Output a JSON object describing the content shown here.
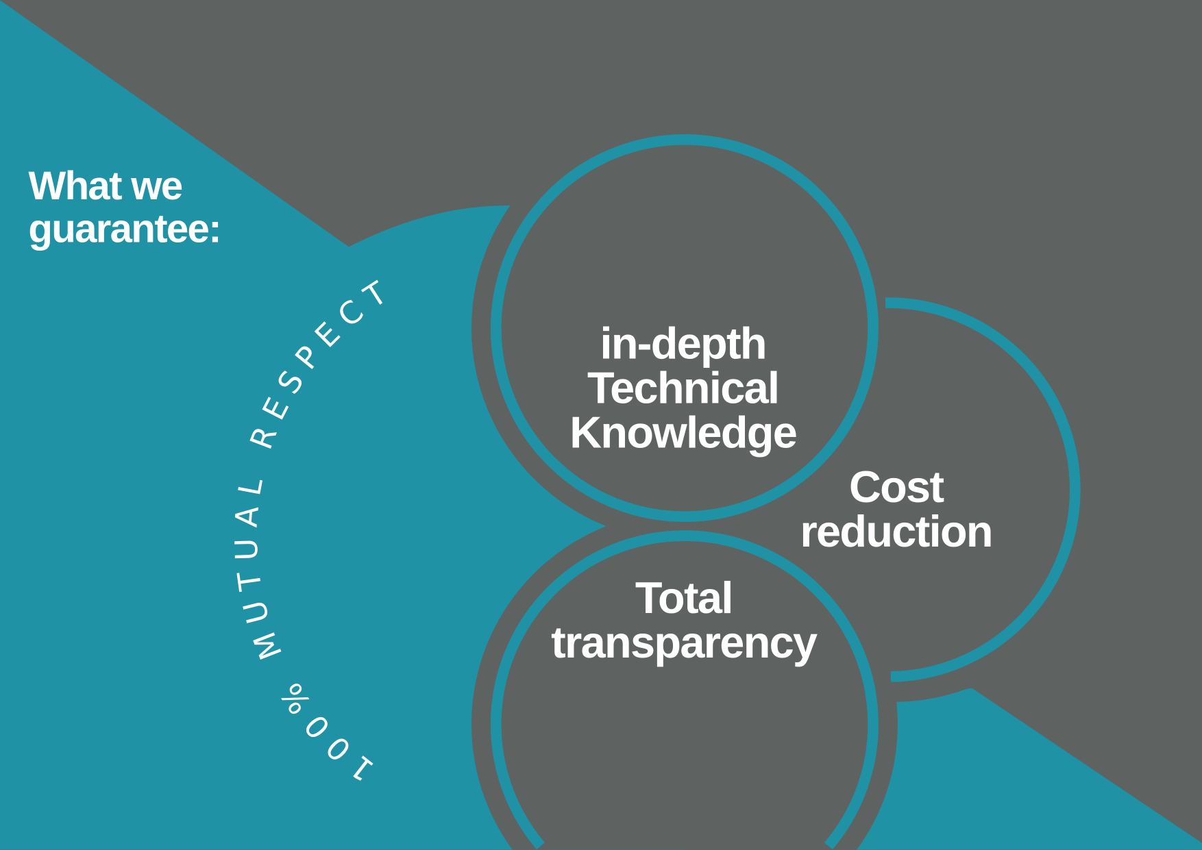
{
  "colors": {
    "background": "#5e6361",
    "accent": "#1f92a6",
    "text": "#ffffff"
  },
  "heading": {
    "line1": "What we",
    "line2": "guarantee:"
  },
  "arc_text": "100% MUTUAL RESPECT",
  "circles": [
    {
      "lines": [
        "in-depth",
        "Technical",
        "Knowledge"
      ]
    },
    {
      "lines": [
        "Cost",
        "reduction"
      ]
    },
    {
      "lines": [
        "Total",
        "transparency"
      ]
    }
  ]
}
